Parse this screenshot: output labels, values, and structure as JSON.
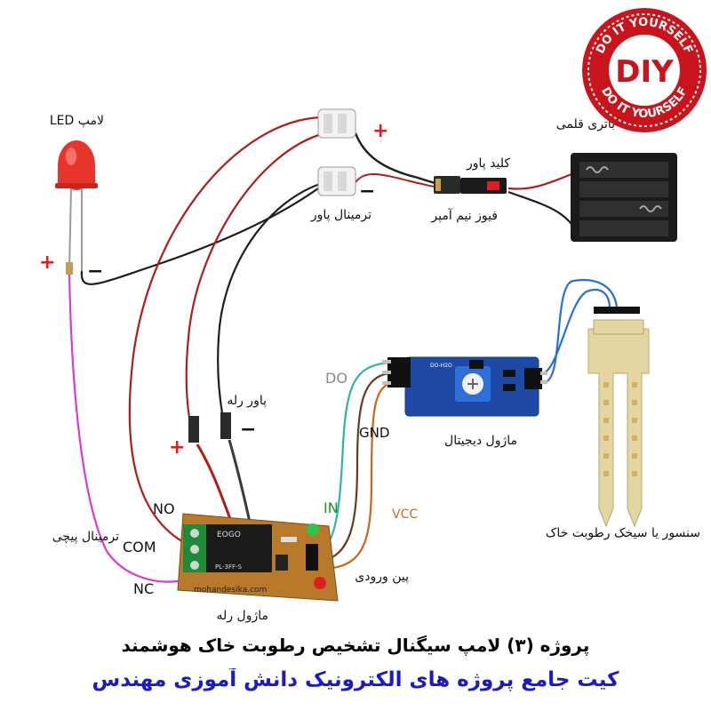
{
  "labels": {
    "led_lamp": "لامپ LED",
    "power_terminal": "ترمینال پاور",
    "pen_battery": "باتری قلمی",
    "power_switch": "کلید پاور",
    "half_amp_fuse": "فیوز نیم آمپر",
    "digital_module": "ماژول دیجیتال",
    "relay_power": "پاور رله",
    "screw_terminal": "ترمینال پیچی",
    "input_pin": "پین ورودی",
    "relay_module": "ماژول رله",
    "soil_sensor": "سنسور یا سیخک رطوبت خاک"
  },
  "pins": {
    "do": "DO",
    "gnd": "GND",
    "in": "IN",
    "vcc": "VCC",
    "no": "NO",
    "com": "COM",
    "nc": "NC"
  },
  "signs": {
    "plus": "+",
    "minus": "−"
  },
  "board_text": {
    "relay_brand": "EOGO",
    "relay_model": "PL-3FF-S",
    "relay_site": "mohandesika.com",
    "sensor_module_chip": "DO-H2O"
  },
  "logo": {
    "text": "DIY",
    "ring_text": "DO IT YOURSELF"
  },
  "titles": {
    "project": "پروژه (۳) لامپ سیگنال تشخیص رطوبت خاک هوشمند",
    "kit": "کیت جامع پروژه های الکترونیک دانش آموزی مهندس"
  },
  "colors": {
    "wire_red": "#b01c1c",
    "wire_black": "#1e1e1e",
    "wire_pink": "#d63bd6",
    "wire_teal": "#2ab5a5",
    "wire_blue": "#2a6fd6",
    "wire_brown": "#6b3a1c",
    "wire_orange": "#c8651e",
    "title_blue": "#1a1ac8",
    "accent_red": "#e01b24"
  }
}
